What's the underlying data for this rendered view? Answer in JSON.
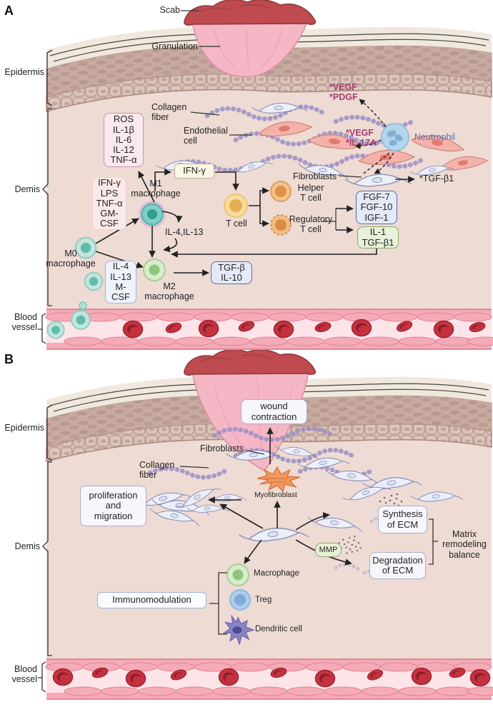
{
  "figure": {
    "panel_a_label": "A",
    "panel_b_label": "B",
    "colors": {
      "signal_magenta": "#a63c72",
      "neutrophil_blue": "#5b6cb3",
      "scab_red": "#bf4a50",
      "granulation_pink": "#f5b6c5"
    }
  },
  "panelA": {
    "anatomy": {
      "scab": "Scab",
      "granulation": "Granulation",
      "epidermis": "Epidermis",
      "dermis": "Demis",
      "blood_vessel": "Blood\nvessel"
    },
    "cells": {
      "collagen_fiber": "Collagen\nfiber",
      "endothelial": "Endothelial\ncell",
      "m1": "M1\nmacrophage",
      "m0": "M0\nmacrophage",
      "m2": "M2\nmacrophage",
      "t_cell": "T cell",
      "helper_t": "Helper\nT cell",
      "regulatory_t": "Regulatory\nT cell",
      "neutrophil": "Neutrophil",
      "fibroblasts": "Fibroblasts"
    },
    "boxes": {
      "m1_cytokines": "ROS\nIL-1β\nIL-6\nIL-12\nTNF-α",
      "m1_stimuli": "IFN-γ\nLPS\nTNF-α\nGM-\nCSF",
      "ifn_gamma": "IFN-γ",
      "m2_stimuli": "IL-4\nIL-13\nM-\nCSF",
      "m2_cytokines": "TGF-β\nIL-10",
      "helper_t_factors": "FGF-7\nFGF-10\nIGF-1",
      "regulatory_t_factors": "IL-1\nTGF-β1"
    },
    "signals": {
      "vegf_pdgf": "*VEGF\n*PDGF",
      "vegf_il17a": "*VEGF\n*IL-17A",
      "tgfb1": "*TGF-β1",
      "il4_il13": "IL-4,IL-13"
    }
  },
  "panelB": {
    "anatomy": {
      "epidermis": "Epidermis",
      "dermis": "Demis",
      "blood_vessel": "Blood\nvessel"
    },
    "labels": {
      "wound_contraction": "wound\ncontraction",
      "fibroblasts": "Fibroblasts",
      "collagen_fiber": "Collagen\nfiber",
      "proliferation": "proliferation\nand\nmigration",
      "myofibroblast": "Myofibroblast",
      "mmp": "MMP",
      "synthesis_ecm": "Synthesis\nof ECM",
      "degradation_ecm": "Degradation\nof ECM",
      "matrix_balance": "Matrix\nremodeling\nbalance",
      "macrophage": "Macrophage",
      "treg": "Treg",
      "dendritic": "Dendritic cell",
      "immunomodulation": "Immunomodulation"
    }
  }
}
